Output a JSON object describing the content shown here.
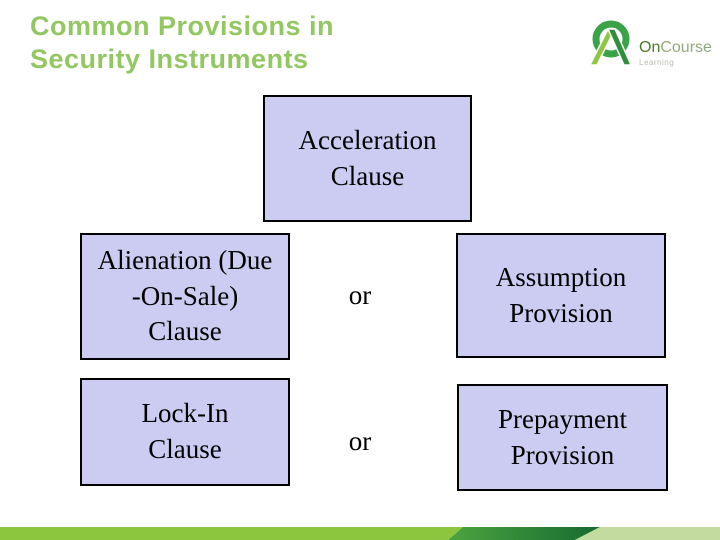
{
  "title": {
    "line1": "Common Provisions in",
    "line2": "Security Instruments"
  },
  "logo": {
    "on": "On",
    "course": "Course",
    "sub": "Learning"
  },
  "boxes": {
    "acceleration": {
      "line1": "Acceleration",
      "line2": "Clause"
    },
    "alienation": {
      "line1": "Alienation (Due",
      "line2": "-On-Sale)",
      "line3": "Clause"
    },
    "assumption": {
      "line1": "Assumption",
      "line2": "Provision"
    },
    "lockin": {
      "line1": "Lock-In",
      "line2": "Clause"
    },
    "prepayment": {
      "line1": "Prepayment",
      "line2": "Provision"
    }
  },
  "connectors": {
    "or1": "or",
    "or2": "or"
  },
  "colors": {
    "title_green": "#92C762",
    "box_fill": "#CCCCF2",
    "box_border": "#000000",
    "box_text": "#000000",
    "band_left": "#8CC63F",
    "band_mid_gradient_start": "#4CA440",
    "band_mid_gradient_end": "#166A30",
    "band_right": "#C4DB9F",
    "logo_ring": "#3AA348",
    "logo_leg_light": "#8DC63F",
    "logo_leg_dark": "#2F8F3C",
    "logo_on_text": "#4F7B2E",
    "logo_course_text": "#93A97B",
    "logo_sub_text": "#B5BCAE"
  }
}
